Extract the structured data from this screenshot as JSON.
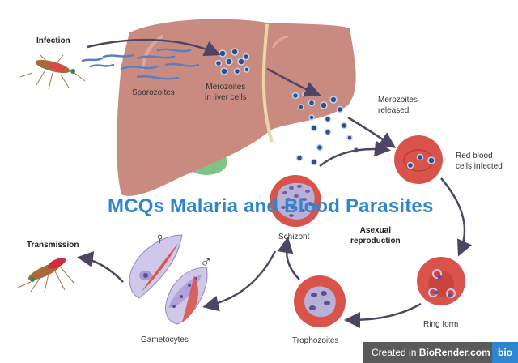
{
  "title": "MCQs Malaria and Blood Parasites",
  "labels": {
    "infection": "Infection",
    "sporozoites": "Sporozoites",
    "merozoites_liver_1": "Merozoites",
    "merozoites_liver_2": "in liver cells",
    "merozoites_released_1": "Merozoites",
    "merozoites_released_2": "released",
    "rbc_infected_1": "Red blood",
    "rbc_infected_2": "cells infected",
    "schizont": "Schizont",
    "asexual_1": "Asexual",
    "asexual_2": "reproduction",
    "ring_form": "Ring form",
    "trophozoites": "Trophozoites",
    "gametocytes": "Gametocytes",
    "transmission": "Transmission",
    "female_symbol": "♀",
    "male_symbol": "♂"
  },
  "badge": {
    "created_in": "Created in",
    "brand": "BioRender.com",
    "logo": "bio"
  },
  "colors": {
    "liver": "#c98a80",
    "rbc": "#d9534a",
    "parasite": "#b9b0d8",
    "arrow": "#4e4566",
    "title": "#2f86d0"
  }
}
